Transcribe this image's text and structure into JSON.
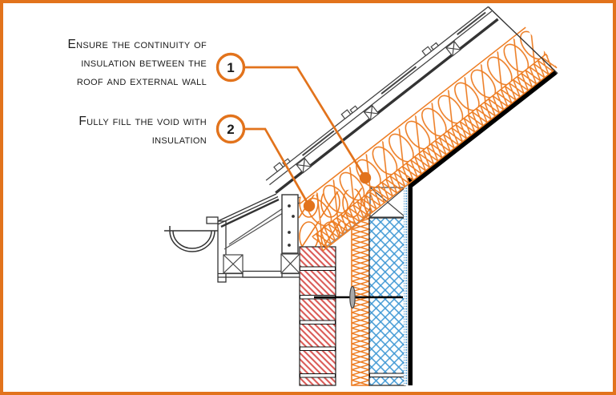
{
  "frame": {
    "border_color": "#E2731C",
    "background": "#ffffff"
  },
  "callouts": [
    {
      "number": "1",
      "label_lines": [
        "Ensure the continuity of",
        "insulation between the",
        "roof and external wall"
      ]
    },
    {
      "number": "2",
      "label_lines": [
        "Fully fill the void with",
        "insulation"
      ]
    }
  ],
  "colors": {
    "accent_orange": "#E2731C",
    "insulation_orange": "#ED7D23",
    "brick_red": "#D9534F",
    "block_blue": "#3E97D4",
    "membrane_dark": "#333333",
    "plasterboard_black": "#000000",
    "drawing_line": "#444444"
  },
  "drawing": {
    "type": "roof-eaves-wall junction section detail",
    "parts": [
      "roof-tiles",
      "tile-battens",
      "sarking-membrane",
      "rafter",
      "between-rafter-insulation",
      "under-rafter-insulation",
      "plasterboard",
      "timber-wall-plate",
      "void-insulation",
      "cavity-insulation-batt",
      "inner-leaf-blockwork",
      "outer-leaf-brickwork",
      "wall-tie",
      "gutter",
      "fascia-board",
      "soffit-board",
      "timber-blocking",
      "eaves-timber"
    ]
  }
}
